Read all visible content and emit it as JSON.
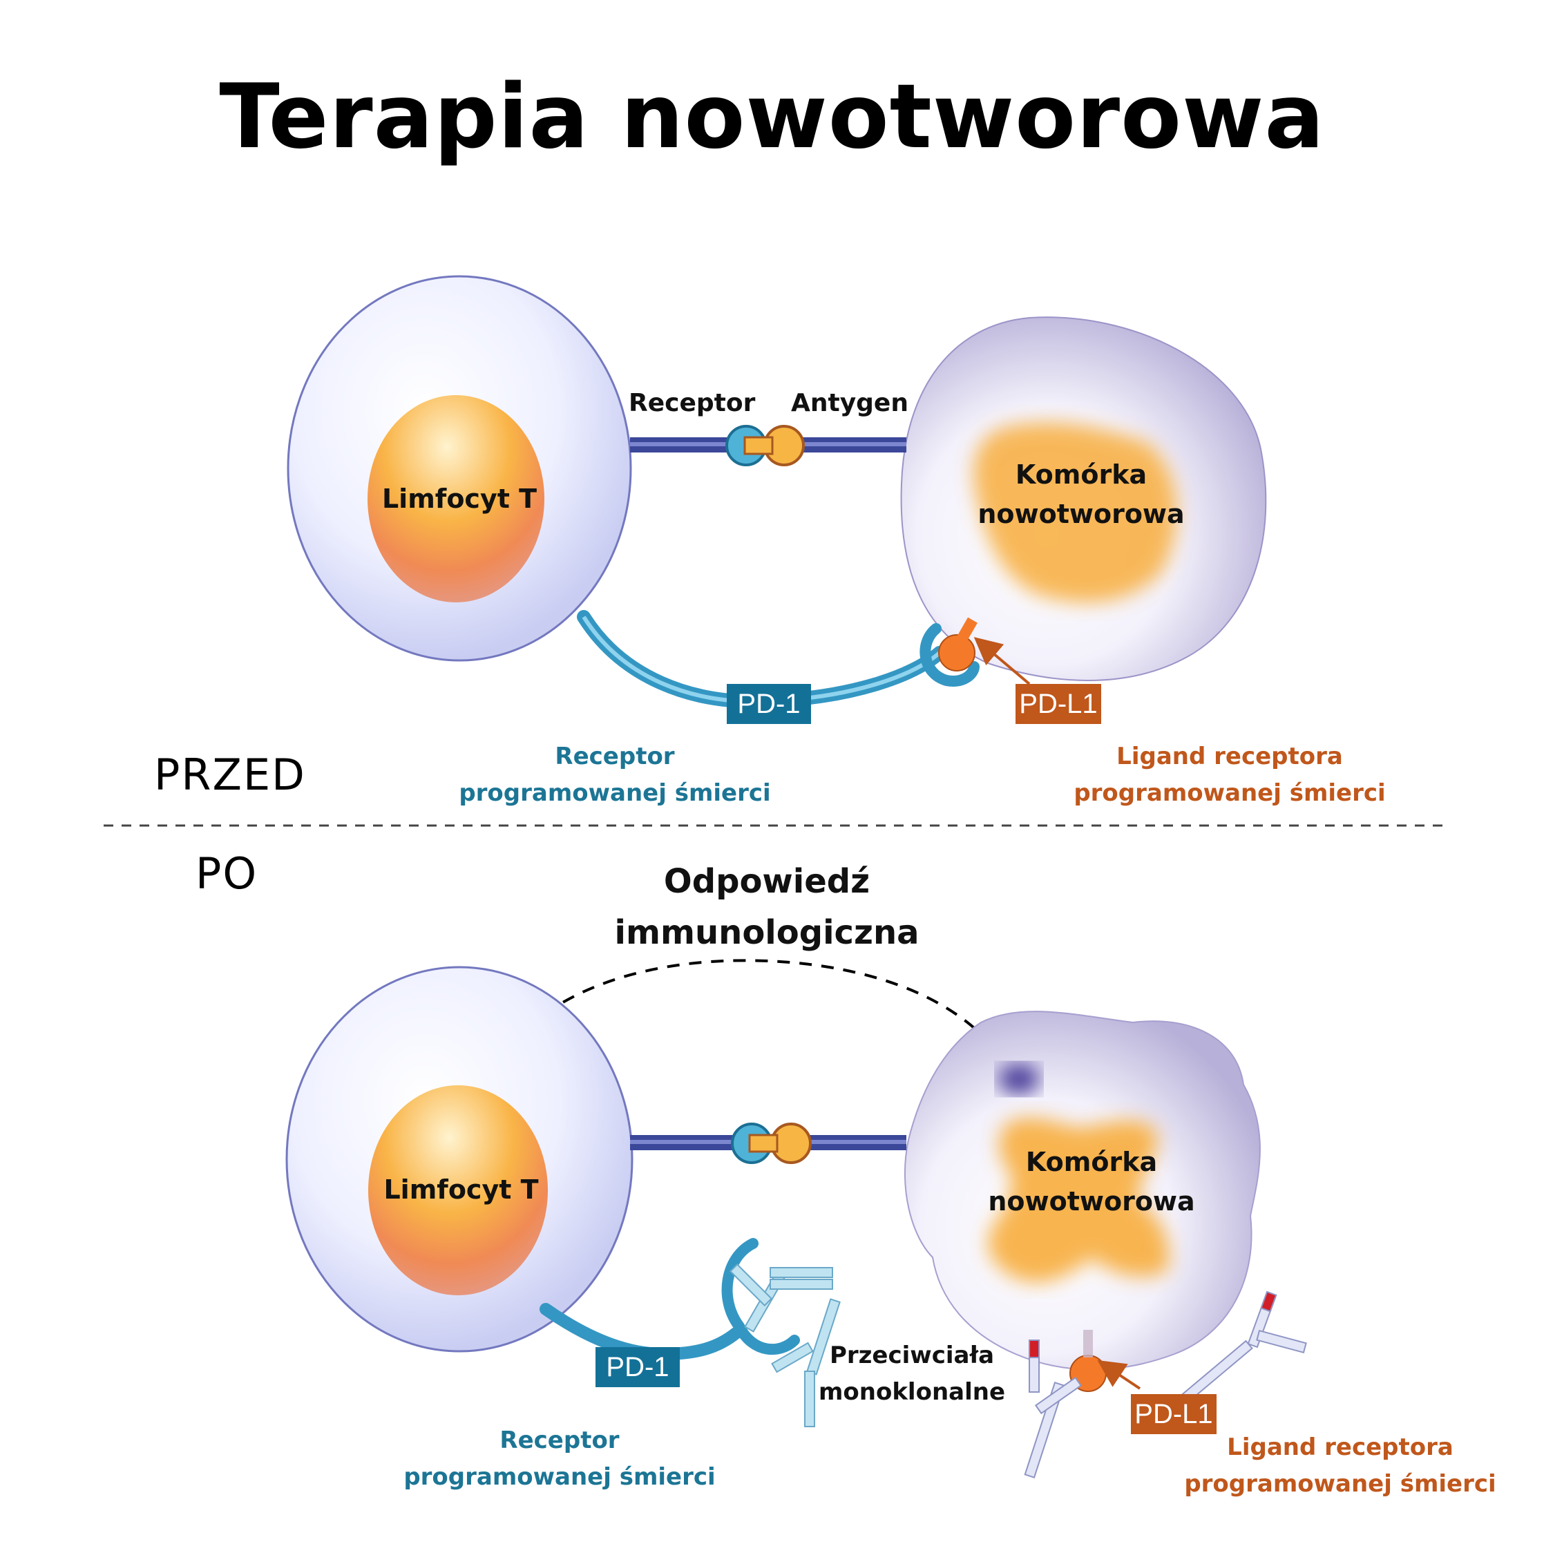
{
  "title": "Terapia nowotworowa",
  "colors": {
    "receptor_blue": "#1c7595",
    "ligand_orange": "#c0571b",
    "pd1_tag": "#137198",
    "pdl1_tag": "#c0571b",
    "cell_membrane": "#6a6fb3",
    "nucleus_orange": "#f7a23a",
    "tumor_cell": "#b9b2d8"
  },
  "before": {
    "section_label": "PRZED",
    "t_cell_label": "Limfocyt T",
    "tumor_cell_label_line1": "Komórka",
    "tumor_cell_label_line2": "nowotworowa",
    "receptor_label": "Receptor",
    "antigen_label": "Antygen",
    "pd1_tag": "PD-1",
    "pdl1_tag": "PD-L1",
    "pd1_caption_line1": "Receptor",
    "pd1_caption_line2": "programowanej śmierci",
    "pdl1_caption_line1": "Ligand receptora",
    "pdl1_caption_line2": "programowanej śmierci"
  },
  "after": {
    "section_label": "PO",
    "response_label_line1": "Odpowiedź",
    "response_label_line2": "immunologiczna",
    "t_cell_label": "Limfocyt T",
    "tumor_cell_label_line1": "Komórka",
    "tumor_cell_label_line2": "nowotworowa",
    "pd1_tag": "PD-1",
    "pdl1_tag": "PD-L1",
    "antibody_label_line1": "Przeciwciała",
    "antibody_label_line2": "monoklonalne",
    "pd1_caption_line1": "Receptor",
    "pd1_caption_line2": "programowanej śmierci",
    "pdl1_caption_line1": "Ligand receptora",
    "pdl1_caption_line2": "programowanej śmierci"
  }
}
